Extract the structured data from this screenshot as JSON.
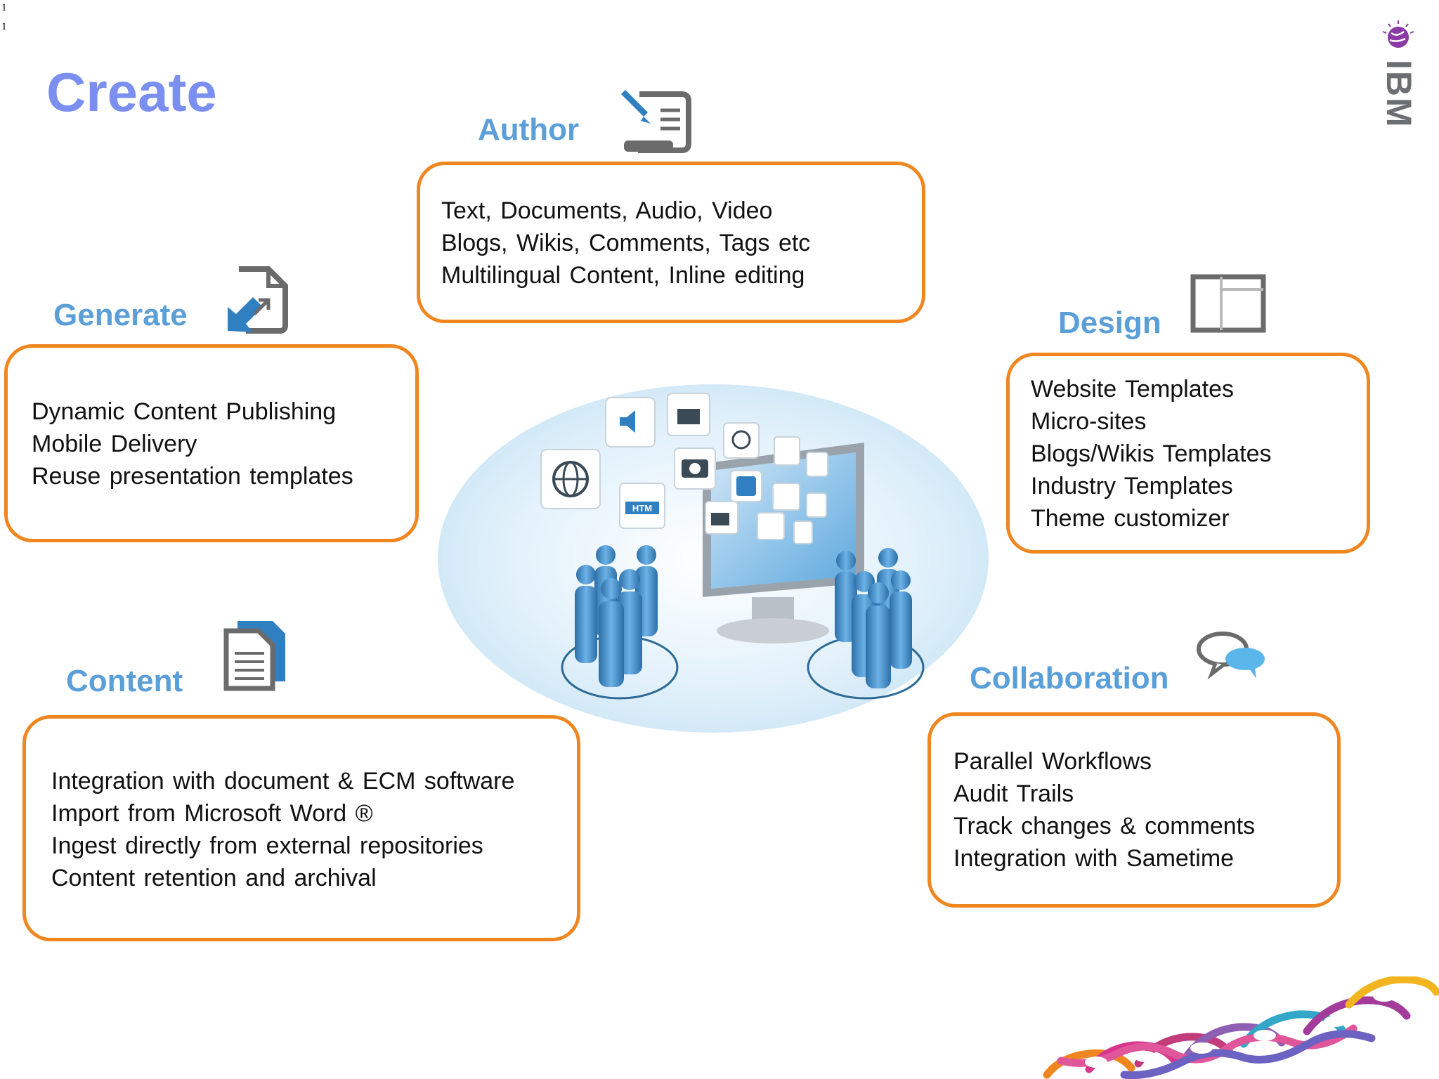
{
  "page": {
    "number_top": "1",
    "number_bottom": "1",
    "title": "Create"
  },
  "logo": {
    "text": "IBM",
    "color": "#6d6e71",
    "globe_color": "#8a3aa6"
  },
  "colors": {
    "box_border": "#f0861f",
    "heading": "#5b9fd8",
    "title": "#7b8ff0"
  },
  "sections": {
    "author": {
      "heading": "Author",
      "icon": "pen-scroll-icon",
      "items": [
        "Text, Documents, Audio, Video",
        "Blogs, Wikis, Comments, Tags etc",
        "Multilingual Content, Inline editing"
      ]
    },
    "generate": {
      "heading": "Generate",
      "icon": "export-document-icon",
      "items": [
        "Dynamic Content Publishing",
        "Mobile Delivery",
        "Reuse presentation templates"
      ]
    },
    "design": {
      "heading": "Design",
      "icon": "layout-template-icon",
      "items": [
        "Website Templates",
        "Micro-sites",
        "Blogs/Wikis Templates",
        "Industry Templates",
        "Theme customizer"
      ]
    },
    "content": {
      "heading": "Content",
      "icon": "stacked-documents-icon",
      "items": [
        "Integration with document & ECM software",
        "Import from Microsoft Word ®",
        "Ingest directly from external repositories",
        "Content retention and archival"
      ]
    },
    "collaboration": {
      "heading": "Collaboration",
      "icon": "speech-bubbles-icon",
      "items": [
        "Parallel Workflows",
        "Audit Trails",
        "Track changes & comments",
        "Integration with Sametime"
      ]
    }
  },
  "hub": {
    "screen_label": "HTM"
  }
}
